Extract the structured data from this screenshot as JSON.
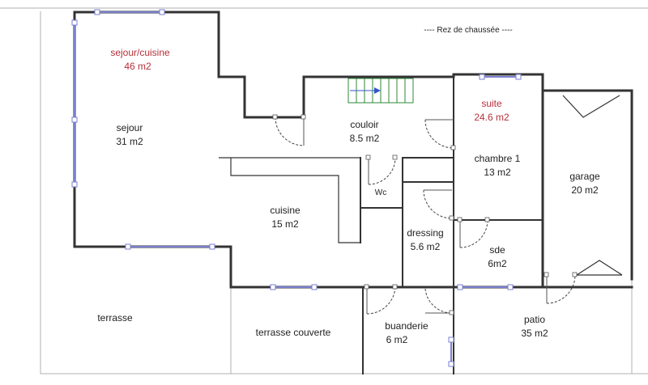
{
  "level": "----  Rez de chaussée  ----",
  "colors": {
    "accent_red": "#b5303a",
    "window_blue": "#7a7fd0",
    "stair_green": "#2f8a3a",
    "stair_arrow": "#3355cc"
  },
  "rooms": {
    "sejour_cuisine": {
      "name": "sejour/cuisine",
      "area": "46 m2"
    },
    "sejour": {
      "name": "sejour",
      "area": "31 m2"
    },
    "couloir": {
      "name": "couloir",
      "area": "8.5 m2"
    },
    "suite": {
      "name": "suite",
      "area": "24.6 m2"
    },
    "chambre": {
      "name": "chambre 1",
      "area": "13 m2"
    },
    "garage": {
      "name": "garage",
      "area": "20 m2"
    },
    "wc": {
      "name": "Wc"
    },
    "cuisine": {
      "name": "cuisine",
      "area": "15 m2"
    },
    "dressing": {
      "name": "dressing",
      "area": "5.6 m2"
    },
    "sde": {
      "name": "sde",
      "area": "6m2"
    },
    "terrasse": {
      "name": "terrasse"
    },
    "terrasse_couverte": {
      "name": "terrasse couverte"
    },
    "buanderie": {
      "name": "buanderie",
      "area": "6 m2"
    },
    "patio": {
      "name": "patio",
      "area": "35 m2"
    }
  }
}
